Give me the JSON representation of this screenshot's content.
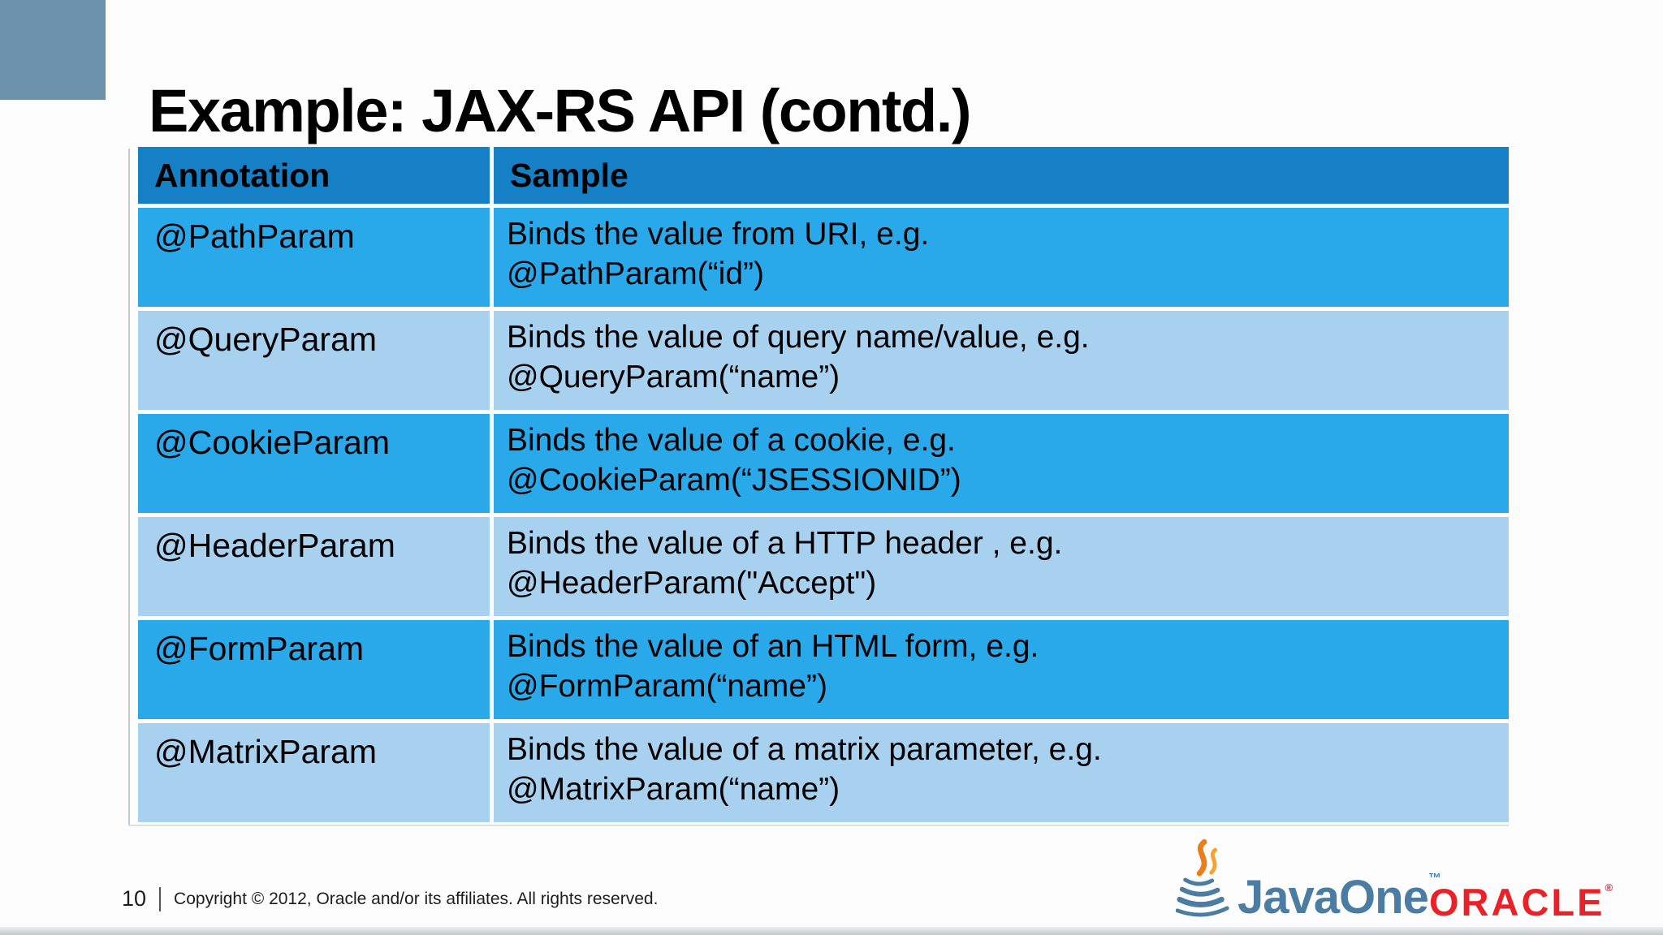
{
  "slide": {
    "title": "Example: JAX-RS API (contd.)"
  },
  "table": {
    "columns": [
      "Annotation",
      "Sample"
    ],
    "rows": [
      {
        "annotation": "@PathParam",
        "sample_line1": "Binds the value from URI, e.g.",
        "sample_line2": "@PathParam(“id”)"
      },
      {
        "annotation": "@QueryParam",
        "sample_line1": "Binds the value of query name/value, e.g.",
        "sample_line2": "@QueryParam(“name”)"
      },
      {
        "annotation": "@CookieParam",
        "sample_line1": "Binds the value of a cookie, e.g.",
        "sample_line2": "@CookieParam(“JSESSIONID”)"
      },
      {
        "annotation": "@HeaderParam",
        "sample_line1": "Binds the value of a HTTP header , e.g.",
        "sample_line2": "@HeaderParam(\"Accept\")"
      },
      {
        "annotation": "@FormParam",
        "sample_line1": "Binds the value of an HTML form, e.g.",
        "sample_line2": "@FormParam(“name”)"
      },
      {
        "annotation": "@MatrixParam",
        "sample_line1": "Binds the value of a matrix parameter, e.g.",
        "sample_line2": "@MatrixParam(“name”)"
      }
    ]
  },
  "footer": {
    "page_number": "10",
    "copyright": "Copyright © 2012, Oracle and/or its affiliates. All rights reserved."
  },
  "logos": {
    "javaone_text": "JavaOne",
    "javaone_trademark": "™",
    "oracle_text": "ORACLE",
    "oracle_registered": "®",
    "java_cup_icon": "java-cup-icon"
  },
  "colors": {
    "header_row_blue": "#1580c6",
    "row_bright_blue": "#29a9e9",
    "row_light_blue": "#a8d1f0",
    "accent_square_blue_gray": "#6b92aa",
    "javaone_steel_blue": "#4b7ca1",
    "java_flame_orange": "#ed8422",
    "oracle_red": "#e92229"
  }
}
